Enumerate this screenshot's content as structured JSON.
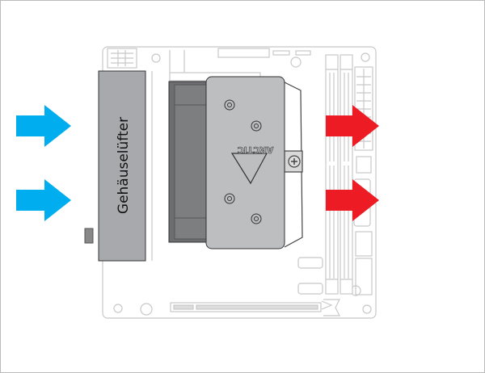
{
  "labels": {
    "case_fan": "Gehäuselüfter",
    "cooler_brand": "ARCTIC"
  },
  "colors": {
    "intake_arrow": "#00aeef",
    "exhaust_arrow": "#ed1c24",
    "fan_fill": "#a7a9ac",
    "cooler_fan": "#6d6e70",
    "cooler_plate": "#bcbec0",
    "board_line": "#c8c8c8"
  },
  "arrows": {
    "intake": [
      "intake-top",
      "intake-bottom"
    ],
    "exhaust": [
      "exhaust-top",
      "exhaust-bottom"
    ]
  }
}
